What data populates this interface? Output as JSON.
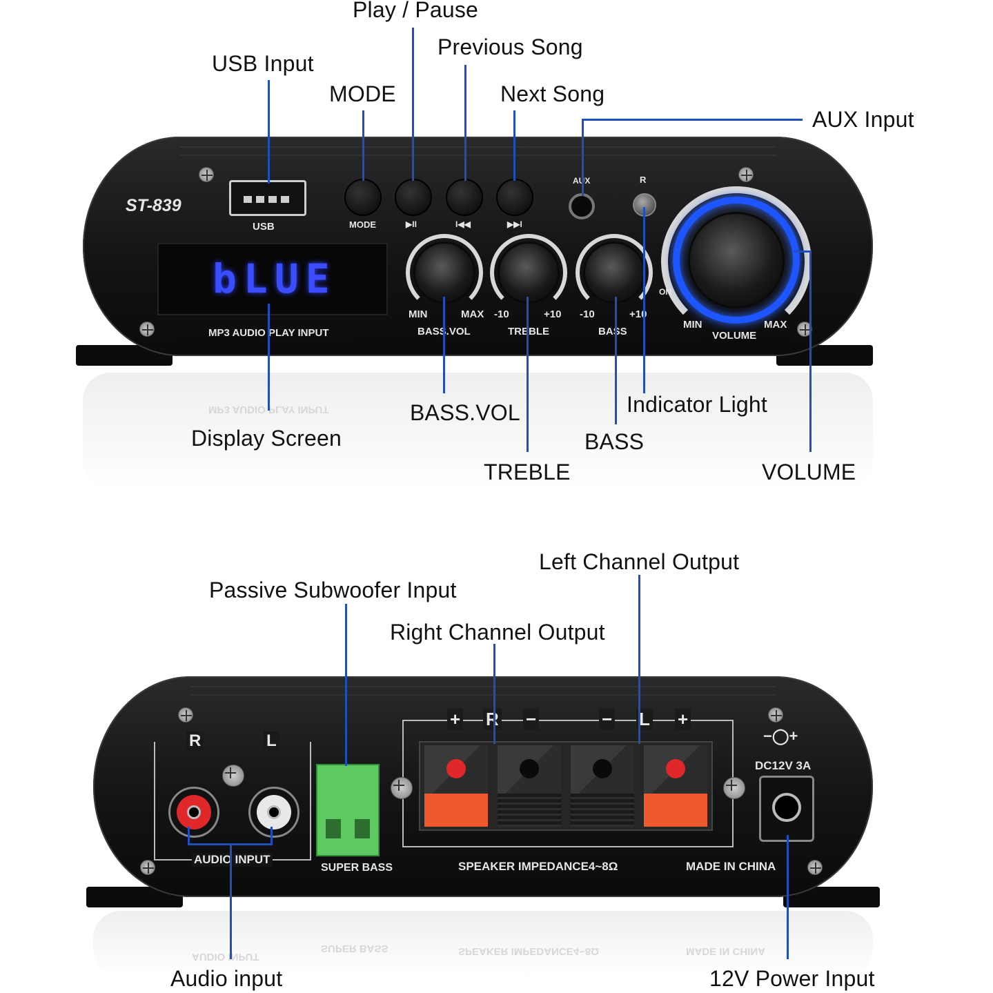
{
  "callouts": {
    "play_pause": "Play / Pause",
    "previous_song": "Previous Song",
    "usb_input": "USB Input",
    "mode": "MODE",
    "next_song": "Next Song",
    "aux_input": "AUX Input",
    "bass_vol": "BASS.VOL",
    "indicator_light": "Indicator Light",
    "display_screen": "Display Screen",
    "bass": "BASS",
    "treble": "TREBLE",
    "volume": "VOLUME",
    "left_channel_output": "Left Channel Output",
    "passive_subwoofer_input": "Passive Subwoofer Input",
    "right_channel_output": "Right Channel Output",
    "audio_input": "Audio input",
    "power_input": "12V Power Input"
  },
  "front_panel": {
    "model": "ST-839",
    "usb_label": "USB",
    "mode_label": "MODE",
    "play_pause_icon": "▶II",
    "prev_icon": "I◀◀",
    "next_icon": "▶▶I",
    "aux_label": "AUX",
    "indicator_label": "R",
    "display_value": "bLUE",
    "display_caption": "MP3 AUDIO PLAY INPUT",
    "bass_vol": {
      "min": "MIN",
      "max": "MAX",
      "name": "BASS.VOL"
    },
    "treble": {
      "min": "-10",
      "max": "+10",
      "name": "TREBLE"
    },
    "bass": {
      "min": "-10",
      "max": "+10",
      "name": "BASS"
    },
    "volume": {
      "on": "ON",
      "min": "MIN",
      "max": "MAX",
      "name": "VOLUME"
    }
  },
  "rear_panel": {
    "rca_r": "R",
    "rca_l": "L",
    "audio_input_caption": "AUDIO INPUT",
    "super_bass_caption": "SUPER BASS",
    "spk_plus_r": "+",
    "spk_r": "R",
    "spk_minus_r": "−",
    "spk_minus_l": "−",
    "spk_l": "L",
    "spk_plus_l": "+",
    "impedance": "SPEAKER IMPEDANCE4~8Ω",
    "made_in": "MADE IN CHINA",
    "dc_polarity": "−◯+",
    "dc_rating": "DC12V 3A"
  },
  "colors": {
    "leader": "#1f4fbf",
    "display_blue": "#3b4dff",
    "volume_ring": "#1d55ff",
    "terminal_green": "#5ec962",
    "terminal_red": "#e0282a",
    "lever_orange": "#ee5a2e"
  }
}
